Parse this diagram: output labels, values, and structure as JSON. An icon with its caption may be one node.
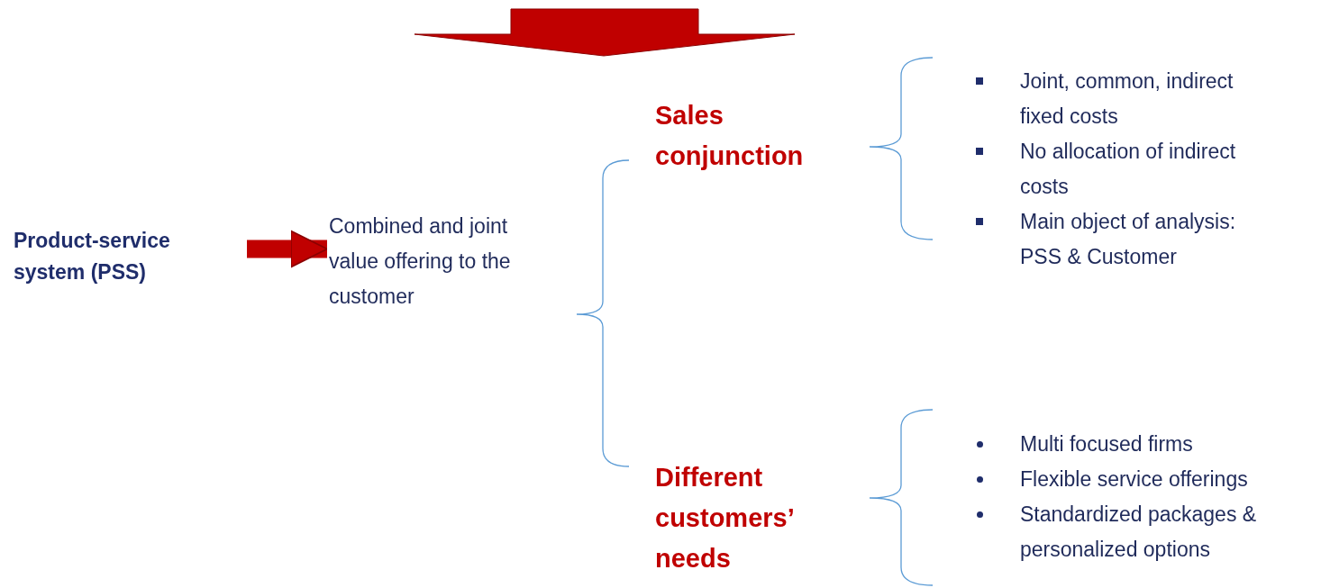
{
  "diagram": {
    "nodes": [
      {
        "text": [
          "Product-service system (PSS)"
        ]
      },
      {
        "text": [
          "Combined and joint value offering to the customer"
        ]
      },
      {
        "text": [
          "Sales conjunction"
        ]
      },
      {
        "text": [
          "Different customers’ needs"
        ]
      },
      {
        "text": [
          "Joint, common, indirect fixed costs",
          "No allocation of indirect costs",
          "Main object of analysis: PSS & Customer"
        ]
      },
      {
        "text": [
          "Multi focused firms",
          "Flexible service offerings",
          "Standardized packages & personalized options"
        ]
      }
    ],
    "edges": [
      {
        "from": 0,
        "to": 1,
        "arrow": "to"
      }
    ]
  }
}
